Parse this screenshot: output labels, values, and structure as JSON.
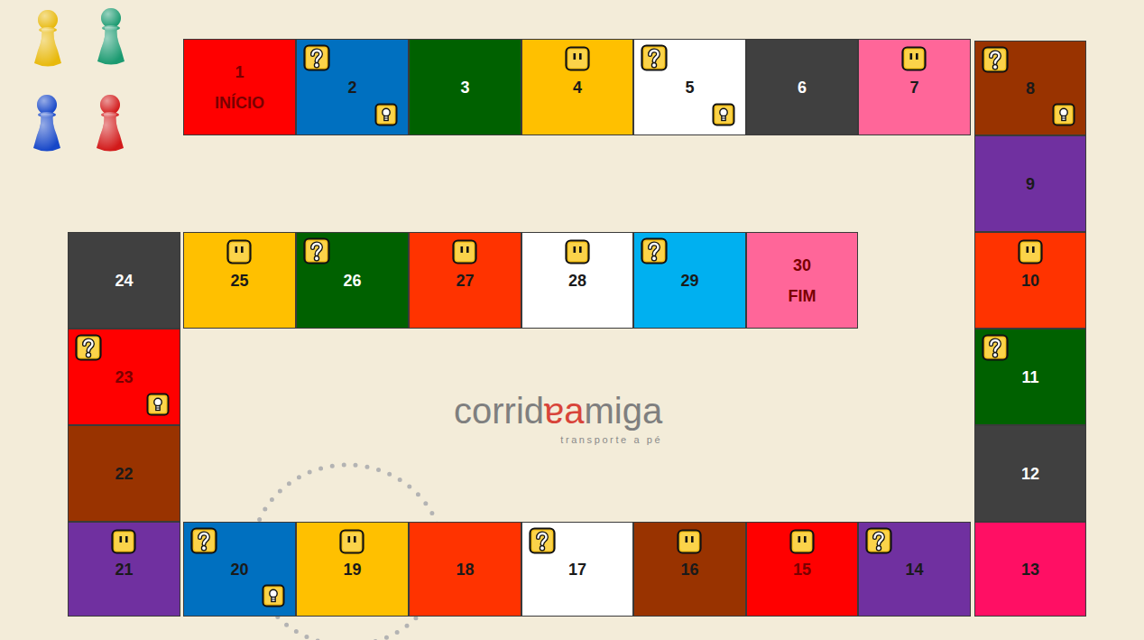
{
  "diagram": {
    "nodes": [
      {
        "text": [
          "1",
          "INÍCIO"
        ]
      },
      {
        "text": [
          "2"
        ]
      },
      {
        "text": [
          "3"
        ]
      },
      {
        "text": [
          "4"
        ]
      },
      {
        "text": [
          "5"
        ]
      },
      {
        "text": [
          "6"
        ]
      },
      {
        "text": [
          "7"
        ]
      },
      {
        "text": [
          "8"
        ]
      },
      {
        "text": [
          "9"
        ]
      },
      {
        "text": [
          "10"
        ]
      },
      {
        "text": [
          "11"
        ]
      },
      {
        "text": [
          "12"
        ]
      },
      {
        "text": [
          "13"
        ]
      },
      {
        "text": [
          "14"
        ]
      },
      {
        "text": [
          "15"
        ]
      },
      {
        "text": [
          "16"
        ]
      },
      {
        "text": [
          "17"
        ]
      },
      {
        "text": [
          "18"
        ]
      },
      {
        "text": [
          "19"
        ]
      },
      {
        "text": [
          "20"
        ]
      },
      {
        "text": [
          "21"
        ]
      },
      {
        "text": [
          "22"
        ]
      },
      {
        "text": [
          "23"
        ]
      },
      {
        "text": [
          "24"
        ]
      },
      {
        "text": [
          "25"
        ]
      },
      {
        "text": [
          "26"
        ]
      },
      {
        "text": [
          "27"
        ]
      },
      {
        "text": [
          "28"
        ]
      },
      {
        "text": [
          "29"
        ]
      },
      {
        "text": [
          "30",
          "FIM"
        ]
      }
    ],
    "labels": [
      "corrid",
      "ɐa",
      "miga",
      "transporte a pé"
    ]
  }
}
